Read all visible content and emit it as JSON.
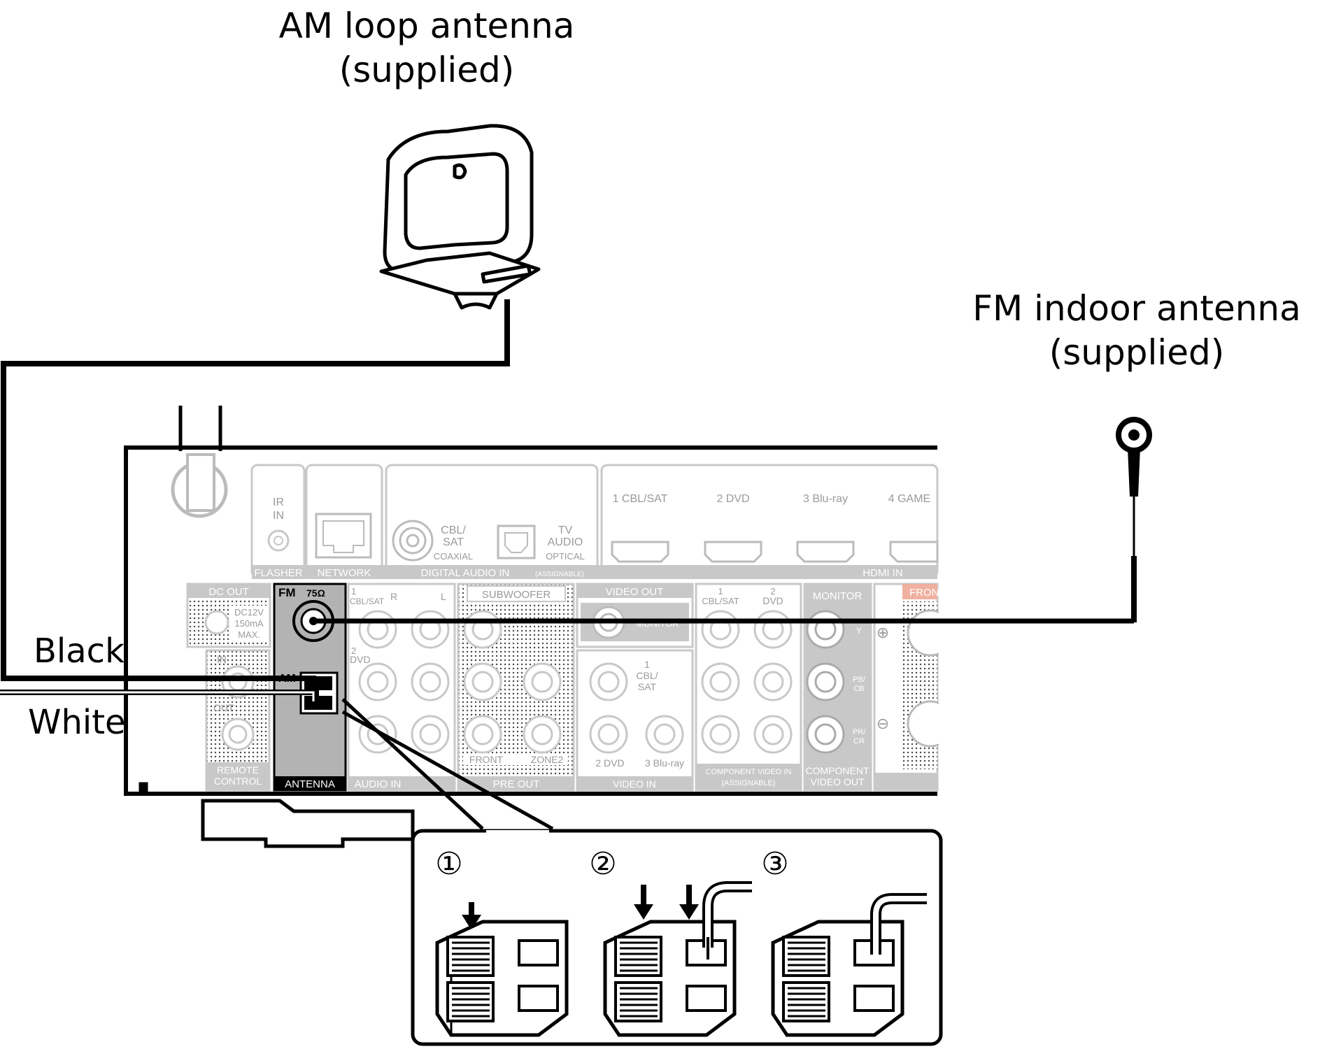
{
  "labels": {
    "am_antenna_line1": "AM loop antenna",
    "am_antenna_line2": "(supplied)",
    "fm_antenna_line1": "FM indoor antenna",
    "fm_antenna_line2": "(supplied)",
    "wire_black": "Black",
    "wire_white": "White"
  },
  "panel": {
    "ir_in": "IR",
    "ir_in2": "IN",
    "flasher": "FLASHER",
    "network": "NETWORK",
    "cbl_sat_coax": "CBL/",
    "cbl_sat_coax2": "SAT",
    "coaxial": "COAXIAL",
    "tv_audio": "TV",
    "tv_audio2": "AUDIO",
    "optical": "OPTICAL",
    "digital_audio_in": "DIGITAL AUDIO IN",
    "assignable": "(ASSIGNABLE)",
    "hdmi_inputs": [
      "1 CBL/SAT",
      "2 DVD",
      "3 Blu-ray",
      "4 GAME"
    ],
    "hdmi_in": "HDMI IN",
    "dc_out": "DC OUT",
    "dc_spec1": "DC12V",
    "dc_spec2": "150mA",
    "dc_spec3": "MAX.",
    "rc_in": "IN",
    "rc_out": "OUT",
    "remote_control1": "REMOTE",
    "remote_control2": "CONTROL",
    "fm": "FM",
    "fm_ohm": "75Ω",
    "am": "AM",
    "antenna": "ANTENNA",
    "audio_1": "1",
    "audio_cbl": "CBL/SAT",
    "audio_r": "R",
    "audio_l": "L",
    "audio_2": "2",
    "audio_dvd": "DVD",
    "audio_in": "AUDIO IN",
    "subwoofer": "SUBWOOFER",
    "front": "FRONT",
    "zone2": "ZONE2",
    "pre_out": "PRE OUT",
    "video_out": "VIDEO OUT",
    "monitor_small": "MONITOR",
    "vid_1": "1",
    "vid_cbl": "CBL/",
    "vid_sat": "SAT",
    "vid_dvd": "2 DVD",
    "vid_bluray": "3 Blu-ray",
    "video_in": "VIDEO IN",
    "comp_1": "1",
    "comp_cbl": "CBL/SAT",
    "comp_2": "2",
    "comp_dvd": "DVD",
    "component_video_in": "COMPONENT VIDEO IN",
    "component_assignable": "(ASSIGNABLE)",
    "monitor": "MONITOR",
    "comp_y": "Y",
    "comp_pb": "PB/",
    "comp_cb": "CB",
    "comp_pr": "PR/",
    "comp_cr": "CR",
    "component_video_out1": "COMPONENT",
    "component_video_out2": "VIDEO OUT",
    "front_speaker": "FRONT"
  },
  "steps": [
    "①",
    "②",
    "③"
  ]
}
